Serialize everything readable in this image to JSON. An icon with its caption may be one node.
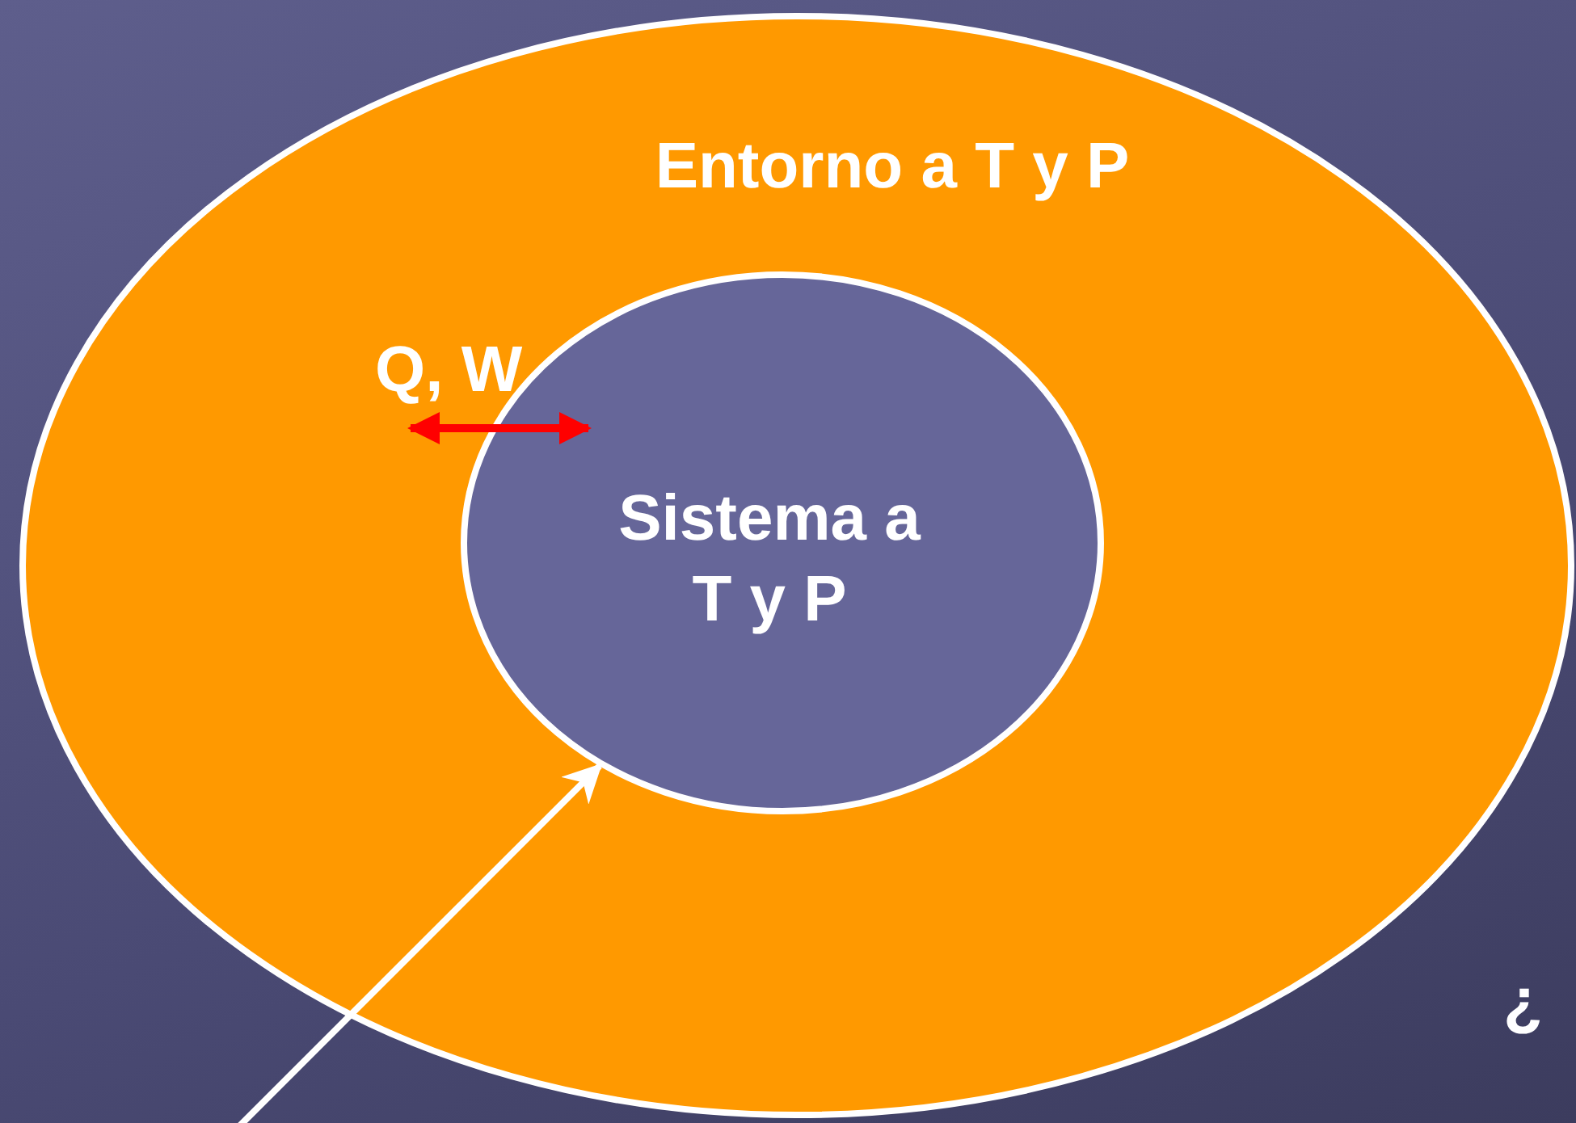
{
  "diagram": {
    "nodes": [
      {
        "text": [
          "Entorno a T y P"
        ]
      },
      {
        "text": [
          "Sistema a T y P"
        ],
        "in": 0
      }
    ],
    "edges": [
      {
        "from": null,
        "to": 1,
        "arrow": "to"
      }
    ],
    "labels": [
      "Q, W",
      "¿"
    ]
  }
}
